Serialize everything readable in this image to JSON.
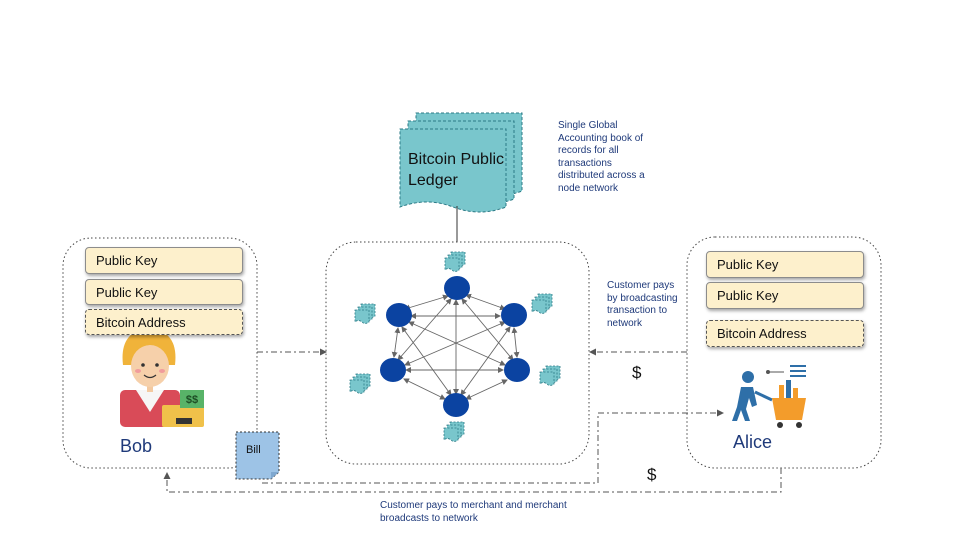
{
  "ledger": {
    "title": "Bitcoin Public Ledger"
  },
  "ledger_note": "Single Global Accounting book of records for all transactions distributed across a node network",
  "bob": {
    "name": "Bob",
    "boxes": [
      "Public Key",
      "Public Key",
      "Bitcoin Address"
    ],
    "register_text": "$$"
  },
  "alice": {
    "name": "Alice",
    "boxes": [
      "Public Key",
      "Public Key",
      "Bitcoin Address"
    ]
  },
  "bill": {
    "label": "Bill"
  },
  "customer_note": "Customer pays by broadcasting transaction to network",
  "merchant_note": "Customer pays to merchant and merchant broadcasts to network",
  "dollar_top": "$",
  "dollar_bottom": "$",
  "colors": {
    "ledger_fill": "#79c6cc",
    "node_fill": "#0b43a1",
    "key_box_fill": "#fdf0cc",
    "bill_fill": "#9dc3e6",
    "label_text": "#1f3a7a"
  }
}
